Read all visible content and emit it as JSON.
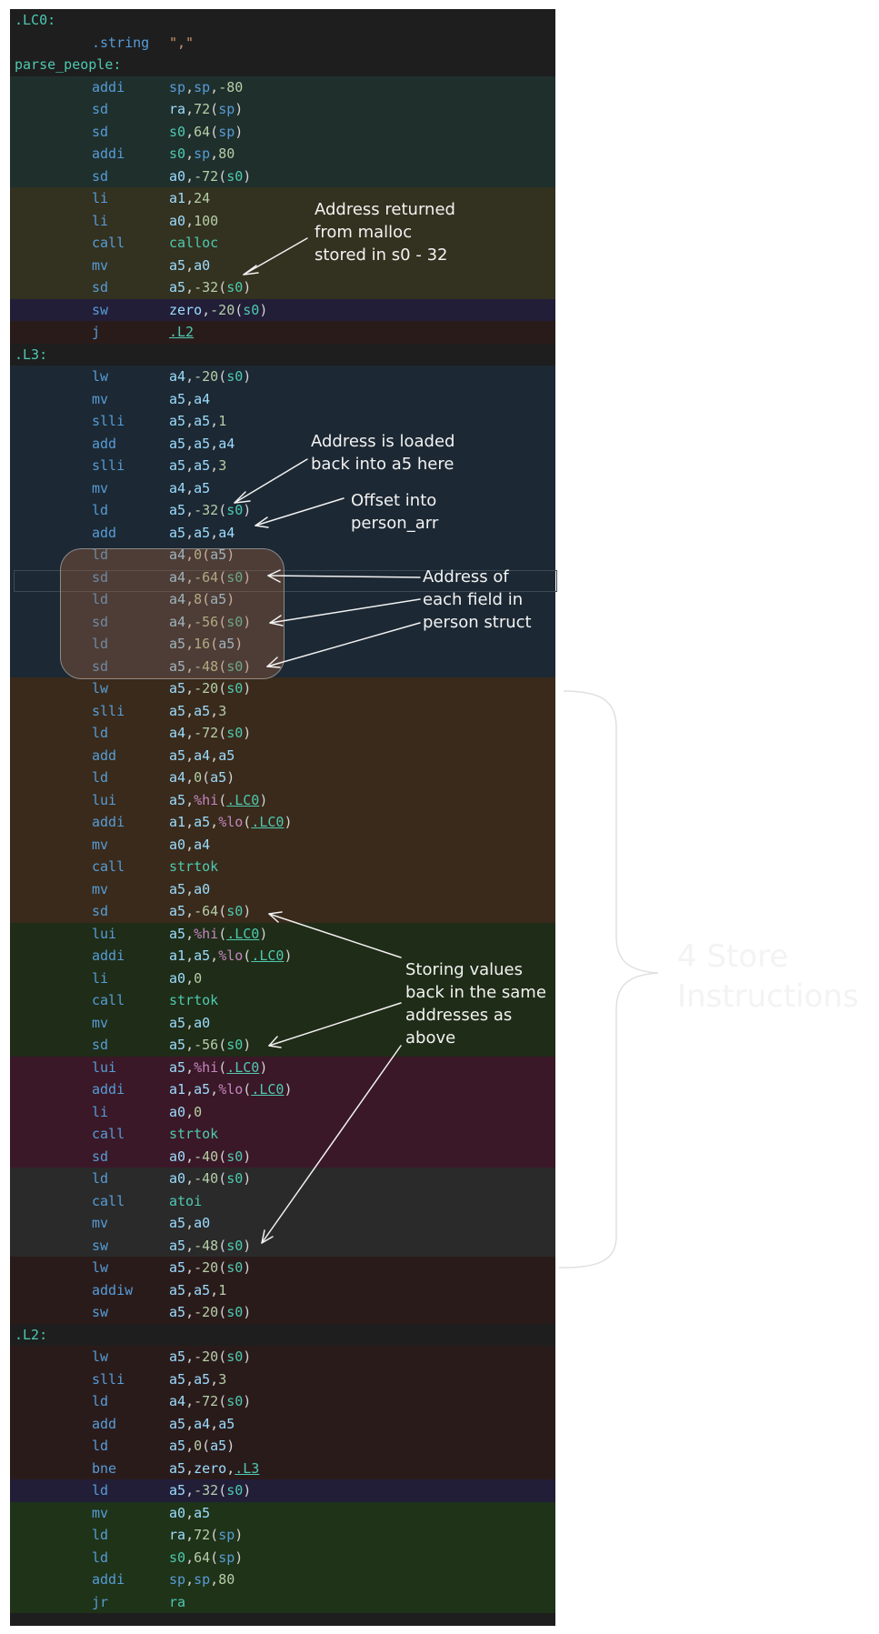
{
  "code_lines": [
    {
      "label": ".LC0:",
      "band": "#1e1e1e"
    },
    {
      "op": ".string",
      "args": "\",\"",
      "band": "#1e1e1e",
      "str": true
    },
    {
      "label": "parse_people:",
      "band": "#1e1e1e"
    },
    {
      "op": "addi",
      "args": "sp,sp,-80",
      "band": "#1f2f2c"
    },
    {
      "op": "sd",
      "args": "ra,72(sp)",
      "band": "#1f2f2c"
    },
    {
      "op": "sd",
      "args": "s0,64(sp)",
      "band": "#1f2f2c"
    },
    {
      "op": "addi",
      "args": "s0,sp,80",
      "band": "#1f2f2c"
    },
    {
      "op": "sd",
      "args": "a0,-72(s0)",
      "band": "#1f2f2c"
    },
    {
      "op": "li",
      "args": "a1,24",
      "band": "#33311f"
    },
    {
      "op": "li",
      "args": "a0,100",
      "band": "#33311f"
    },
    {
      "op": "call",
      "args": "calloc",
      "band": "#33311f"
    },
    {
      "op": "mv",
      "args": "a5,a0",
      "band": "#33311f"
    },
    {
      "op": "sd",
      "args": "a5,-32(s0)",
      "band": "#33311f"
    },
    {
      "op": "sw",
      "args": "zero,-20(s0)",
      "band": "#221e38"
    },
    {
      "op": "j",
      "args": ".L2",
      "band": "#2a1b1b",
      "link": true
    },
    {
      "label": ".L3:",
      "band": "#1e1e1e"
    },
    {
      "op": "lw",
      "args": "a4,-20(s0)",
      "band": "#1c2833"
    },
    {
      "op": "mv",
      "args": "a5,a4",
      "band": "#1c2833"
    },
    {
      "op": "slli",
      "args": "a5,a5,1",
      "band": "#1c2833"
    },
    {
      "op": "add",
      "args": "a5,a5,a4",
      "band": "#1c2833"
    },
    {
      "op": "slli",
      "args": "a5,a5,3",
      "band": "#1c2833"
    },
    {
      "op": "mv",
      "args": "a4,a5",
      "band": "#1c2833"
    },
    {
      "op": "ld",
      "args": "a5,-32(s0)",
      "band": "#1c2833"
    },
    {
      "op": "add",
      "args": "a5,a5,a4",
      "band": "#1c2833"
    },
    {
      "op": "ld",
      "args": "a4,0(a5)",
      "band": "#1c2833"
    },
    {
      "op": "sd",
      "args": "a4,-64(s0)",
      "band": "#1c2833"
    },
    {
      "op": "ld",
      "args": "a4,8(a5)",
      "band": "#1c2833"
    },
    {
      "op": "sd",
      "args": "a4,-56(s0)",
      "band": "#1c2833"
    },
    {
      "op": "ld",
      "args": "a5,16(a5)",
      "band": "#1c2833"
    },
    {
      "op": "sd",
      "args": "a5,-48(s0)",
      "band": "#1c2833"
    },
    {
      "op": "lw",
      "args": "a5,-20(s0)",
      "band": "#392a1b"
    },
    {
      "op": "slli",
      "args": "a5,a5,3",
      "band": "#392a1b"
    },
    {
      "op": "ld",
      "args": "a4,-72(s0)",
      "band": "#392a1b"
    },
    {
      "op": "add",
      "args": "a5,a4,a5",
      "band": "#392a1b"
    },
    {
      "op": "ld",
      "args": "a4,0(a5)",
      "band": "#392a1b"
    },
    {
      "op": "lui",
      "args": "a5,%hi(.LC0)",
      "band": "#392a1b"
    },
    {
      "op": "addi",
      "args": "a1,a5,%lo(.LC0)",
      "band": "#392a1b"
    },
    {
      "op": "mv",
      "args": "a0,a4",
      "band": "#392a1b"
    },
    {
      "op": "call",
      "args": "strtok",
      "band": "#392a1b"
    },
    {
      "op": "mv",
      "args": "a5,a0",
      "band": "#392a1b"
    },
    {
      "op": "sd",
      "args": "a5,-64(s0)",
      "band": "#392a1b"
    },
    {
      "op": "lui",
      "args": "a5,%hi(.LC0)",
      "band": "#1f2c17"
    },
    {
      "op": "addi",
      "args": "a1,a5,%lo(.LC0)",
      "band": "#1f2c17"
    },
    {
      "op": "li",
      "args": "a0,0",
      "band": "#1f2c17"
    },
    {
      "op": "call",
      "args": "strtok",
      "band": "#1f2c17"
    },
    {
      "op": "mv",
      "args": "a5,a0",
      "band": "#1f2c17"
    },
    {
      "op": "sd",
      "args": "a5,-56(s0)",
      "band": "#1f2c17"
    },
    {
      "op": "lui",
      "args": "a5,%hi(.LC0)",
      "band": "#3a1827"
    },
    {
      "op": "addi",
      "args": "a1,a5,%lo(.LC0)",
      "band": "#3a1827"
    },
    {
      "op": "li",
      "args": "a0,0",
      "band": "#3a1827"
    },
    {
      "op": "call",
      "args": "strtok",
      "band": "#3a1827"
    },
    {
      "op": "sd",
      "args": "a0,-40(s0)",
      "band": "#3a1827"
    },
    {
      "op": "ld",
      "args": "a0,-40(s0)",
      "band": "#2a2a2a"
    },
    {
      "op": "call",
      "args": "atoi",
      "band": "#2a2a2a"
    },
    {
      "op": "mv",
      "args": "a5,a0",
      "band": "#2a2a2a"
    },
    {
      "op": "sw",
      "args": "a5,-48(s0)",
      "band": "#2a2a2a"
    },
    {
      "op": "lw",
      "args": "a5,-20(s0)",
      "band": "#2a1b1b"
    },
    {
      "op": "addiw",
      "args": "a5,a5,1",
      "band": "#2a1b1b"
    },
    {
      "op": "sw",
      "args": "a5,-20(s0)",
      "band": "#2a1b1b"
    },
    {
      "label": ".L2:",
      "band": "#1e1e1e"
    },
    {
      "op": "lw",
      "args": "a5,-20(s0)",
      "band": "#2a1b1b"
    },
    {
      "op": "slli",
      "args": "a5,a5,3",
      "band": "#2a1b1b"
    },
    {
      "op": "ld",
      "args": "a4,-72(s0)",
      "band": "#2a1b1b"
    },
    {
      "op": "add",
      "args": "a5,a4,a5",
      "band": "#2a1b1b"
    },
    {
      "op": "ld",
      "args": "a5,0(a5)",
      "band": "#2a1b1b"
    },
    {
      "op": "bne",
      "args": "a5,zero,.L3",
      "band": "#2a1b1b",
      "link": true
    },
    {
      "op": "ld",
      "args": "a5,-32(s0)",
      "band": "#221e38"
    },
    {
      "op": "mv",
      "args": "a0,a5",
      "band": "#1f3318"
    },
    {
      "op": "ld",
      "args": "ra,72(sp)",
      "band": "#1f3318"
    },
    {
      "op": "ld",
      "args": "s0,64(sp)",
      "band": "#1f3318"
    },
    {
      "op": "addi",
      "args": "sp,sp,80",
      "band": "#1f3318"
    },
    {
      "op": "jr",
      "args": "ra",
      "band": "#1f3318"
    }
  ],
  "annotations": {
    "malloc_note": "Address returned\nfrom malloc\nstored in s0 - 32",
    "loaded_note": "Address is loaded\nback into a5 here",
    "offset_note": "Offset into\nperson_arr",
    "fields_note": "Address of\neach field in\nperson struct",
    "storing_note": "Storing values\nback in the same\naddresses as\nabove",
    "brace_note": "4 Store\nInstructions"
  },
  "colors": {
    "background": "#1e1e1e",
    "label": "#4ec9b0",
    "opcode": "#569cd6",
    "register": "#9cdcfe",
    "number": "#b5cea8",
    "string": "#ce9178",
    "annotation": "#f2f2f2"
  }
}
